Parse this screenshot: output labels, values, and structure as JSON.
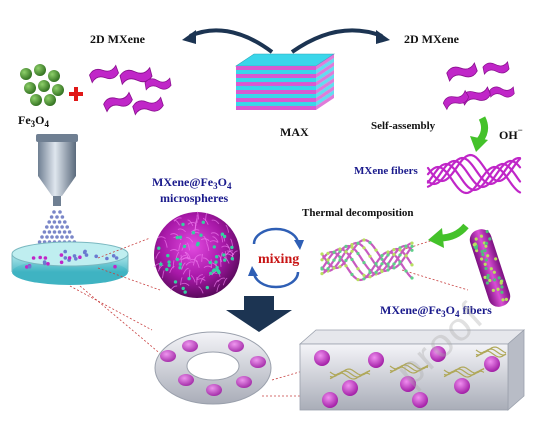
{
  "labels": {
    "mxene_2d_left": "2D MXene",
    "mxene_2d_right": "2D MXene",
    "fe3o4_base": "Fe",
    "fe3o4_sub3": "3",
    "fe3o4_o": "O",
    "fe3o4_sub4": "4",
    "max": "MAX",
    "self_assembly": "Self-assembly",
    "oh": "OH",
    "oh_sup": "−",
    "mxene_fibers": "MXene fibers",
    "composite_sphere_1": "MXene@Fe",
    "composite_sphere_sub3": "3",
    "composite_sphere_o": "O",
    "composite_sphere_sub4": "4",
    "composite_sphere_2": "microspheres",
    "thermal": "Thermal decomposition",
    "mixing": "mixing",
    "composite_fiber_1": "MXene@Fe",
    "composite_fiber_sub3": "3",
    "composite_fiber_o": "O",
    "composite_fiber_sub4": "4",
    "composite_fiber_2": " fibers",
    "watermark": "proof"
  },
  "colors": {
    "mxene": "#c026c8",
    "mxene_dark": "#8a108f",
    "max_cyan": "#3ad6ea",
    "max_pink": "#d85ad0",
    "fe3o4": "#4e9a3a",
    "arrow_green": "#44c22a",
    "arrow_navy": "#1c3452",
    "arrow_blue": "#2f5fb5",
    "plus_red": "#e01818"
  }
}
